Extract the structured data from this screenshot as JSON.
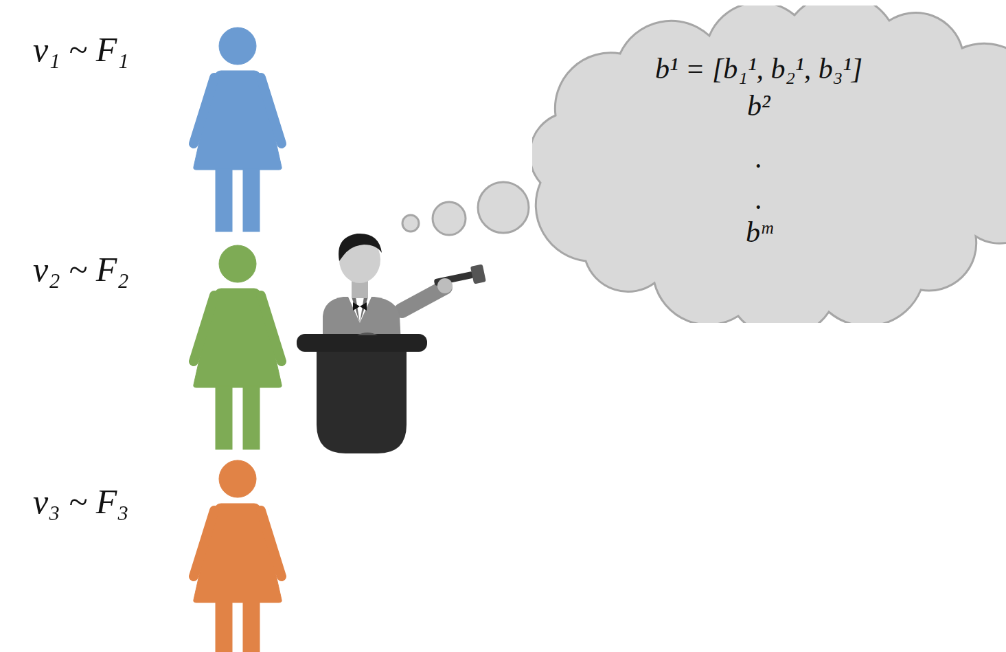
{
  "diagram": {
    "nodes": [
      {
        "text": [
          "b¹ = [b₁¹, b₂¹, b₃¹]",
          "b²",
          ".",
          ".",
          "bᵐ"
        ]
      }
    ],
    "labels": [
      "v₁ ~ F₁",
      "v₂ ~ F₂",
      "v₃ ~ F₃"
    ]
  }
}
